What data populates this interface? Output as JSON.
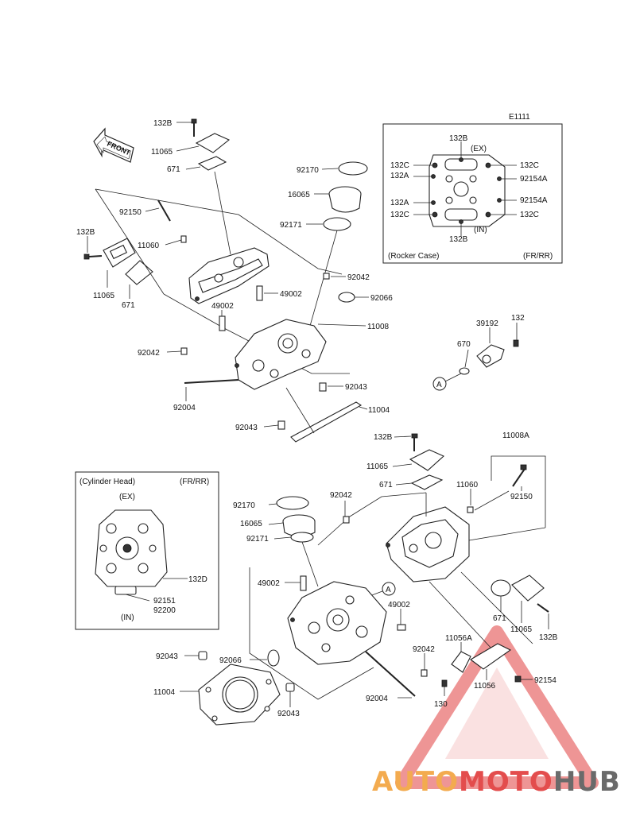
{
  "figure_code": "E1111",
  "front_arrow_label": "FRONT",
  "labels": {
    "l132b_a": "132B",
    "l11065_a": "11065",
    "l671_a": "671",
    "l92150_a": "92150",
    "l11060_a": "11060",
    "l132b_b": "132B",
    "l11065_b": "11065",
    "l671_b": "671",
    "l92170_a": "92170",
    "l16065_a": "16065",
    "l92171_a": "92171",
    "l92042_a": "92042",
    "l49002_a": "49002",
    "l92066_a": "92066",
    "l49002_b": "49002",
    "l11008": "11008",
    "l92042_b": "92042",
    "l92043_a": "92043",
    "l92004_a": "92004",
    "l11004_a": "11004",
    "l92043_b": "92043",
    "l670": "670",
    "l39192": "39192",
    "l132": "132",
    "circle_a1": "A",
    "l132b_c": "132B",
    "l11008a": "11008A",
    "l11065_c": "11065",
    "l671_c": "671",
    "l11060_b": "11060",
    "l92150_b": "92150",
    "l92042_c": "92042",
    "l92170_b": "92170",
    "l16065_b": "16065",
    "l92171_b": "92171",
    "l49002_c": "49002",
    "circle_a2": "A",
    "l49002_d": "49002",
    "l671_d": "671",
    "l11065_d": "11065",
    "l132b_d": "132B",
    "l92043_c": "92043",
    "l92066_b": "92066",
    "l92042_d": "92042",
    "l11056a": "11056A",
    "l11004_b": "11004",
    "l92004_b": "92004",
    "l130": "130",
    "l11056": "11056",
    "l92154": "92154",
    "l92043_d": "92043"
  },
  "rocker_inset": {
    "title": "(Rocker Case)",
    "corner": "(FR/RR)",
    "ex": "(EX)",
    "in": "(IN)",
    "l132b_top": "132B",
    "l132c_tl": "132C",
    "l132c_tr": "132C",
    "l132a_1": "132A",
    "l92154a_1": "92154A",
    "l132a_2": "132A",
    "l92154a_2": "92154A",
    "l132c_bl": "132C",
    "l132c_br": "132C",
    "l132b_bottom": "132B"
  },
  "cylinder_inset": {
    "title": "(Cylinder Head)",
    "corner": "(FR/RR)",
    "ex": "(EX)",
    "in": "(IN)",
    "l132d": "132D",
    "l92151": "92151",
    "l92200": "92200"
  },
  "watermark": {
    "part1": "AUTO",
    "part2": "MOTO",
    "part3": "HUB"
  },
  "colors": {
    "watermark_red": "#e03a3a",
    "watermark_orange": "#f2a23c",
    "watermark_gray": "#5a5a5a",
    "line": "#222222"
  }
}
